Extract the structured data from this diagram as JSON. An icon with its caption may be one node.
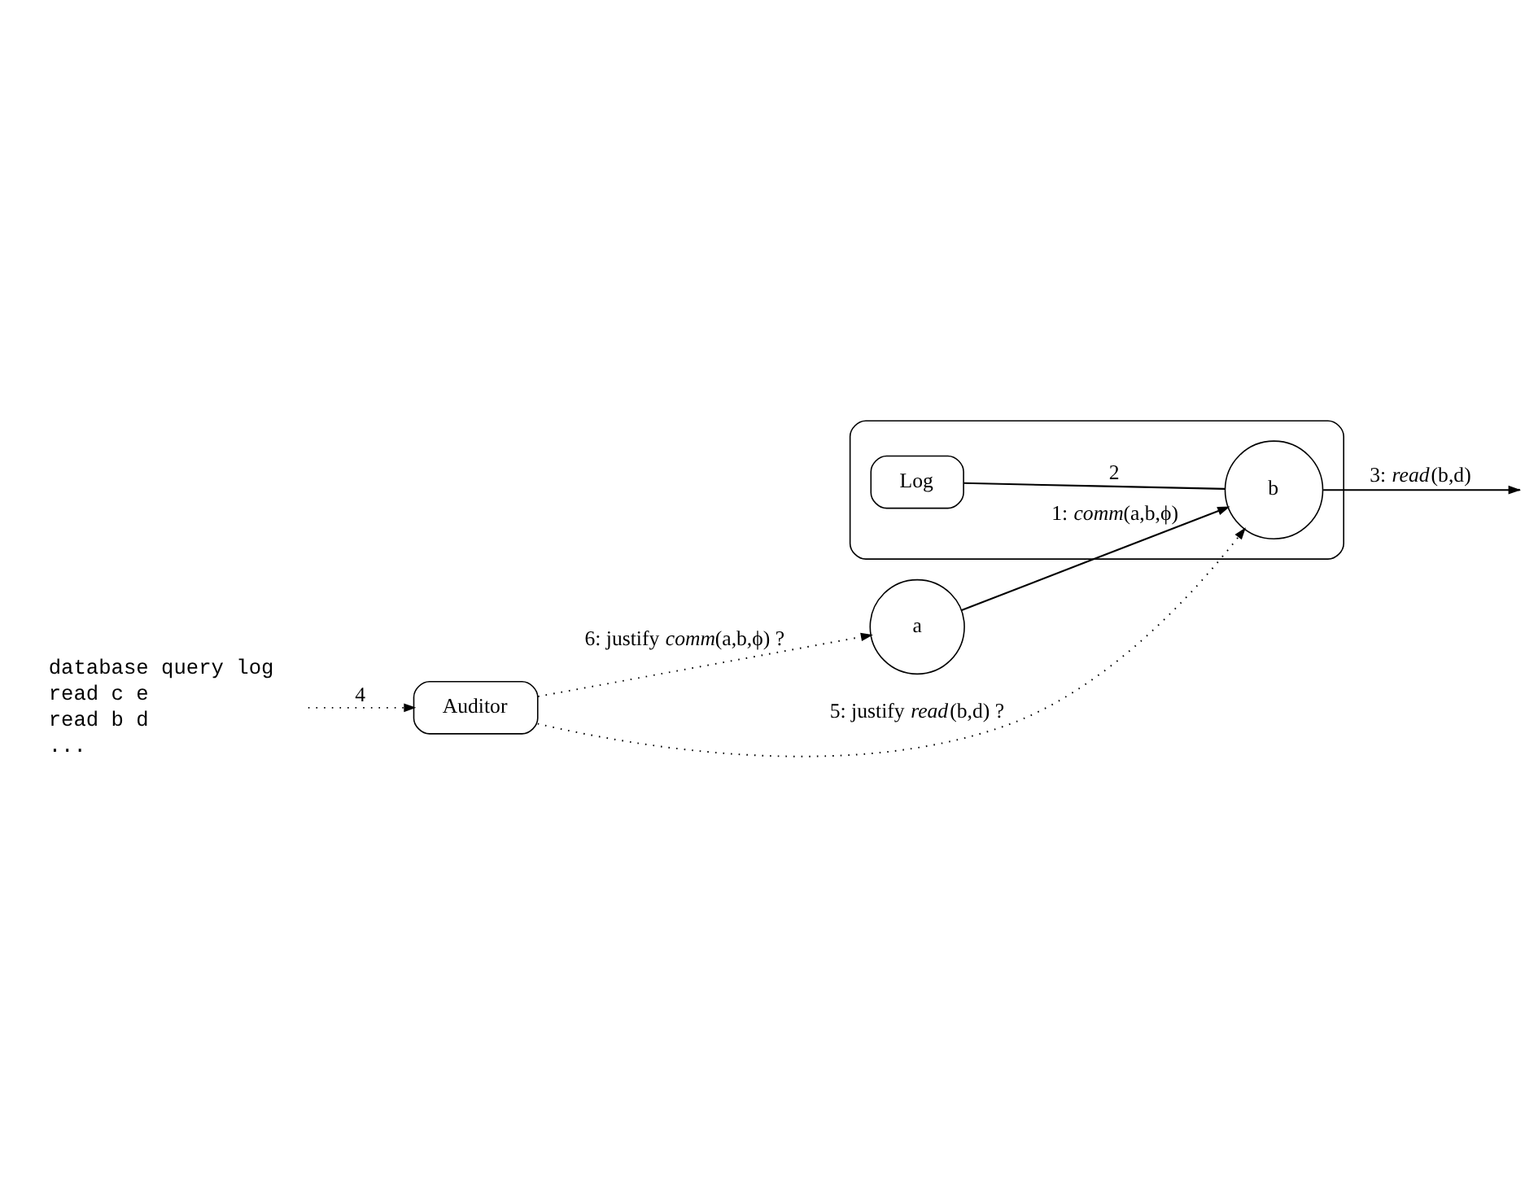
{
  "diagram": {
    "nodes": [
      {
        "text": [
          "a"
        ]
      },
      {
        "text": [],
        "shape": "box"
      },
      {
        "text": [
          "Log"
        ],
        "in": 1
      },
      {
        "text": [
          "b"
        ],
        "in": 1
      },
      {
        "text": [
          "Auditor"
        ]
      },
      {
        "text": [
          "database query log",
          "read c e",
          "read b d",
          "..."
        ]
      }
    ],
    "edges": [
      {
        "from": 0,
        "to": 3,
        "arrow": "to",
        "label": "1: *comm*(a,b,ϕ)"
      },
      {
        "from": 2,
        "to": 3,
        "arrow": "none",
        "label": "2"
      },
      {
        "from": 3,
        "to": null,
        "arrow": "to",
        "label": "3: *read*(b,d)"
      },
      {
        "from": 5,
        "to": 4,
        "arrow": "to",
        "label": "4",
        "style": "dashed"
      },
      {
        "from": 4,
        "to": 3,
        "arrow": "to",
        "label": "5: justify *read*(b,d) ?",
        "style": "dashed"
      },
      {
        "from": 4,
        "to": 0,
        "arrow": "to",
        "label": "6: justify *comm*(a,b,ϕ) ?",
        "style": "dashed"
      }
    ]
  }
}
